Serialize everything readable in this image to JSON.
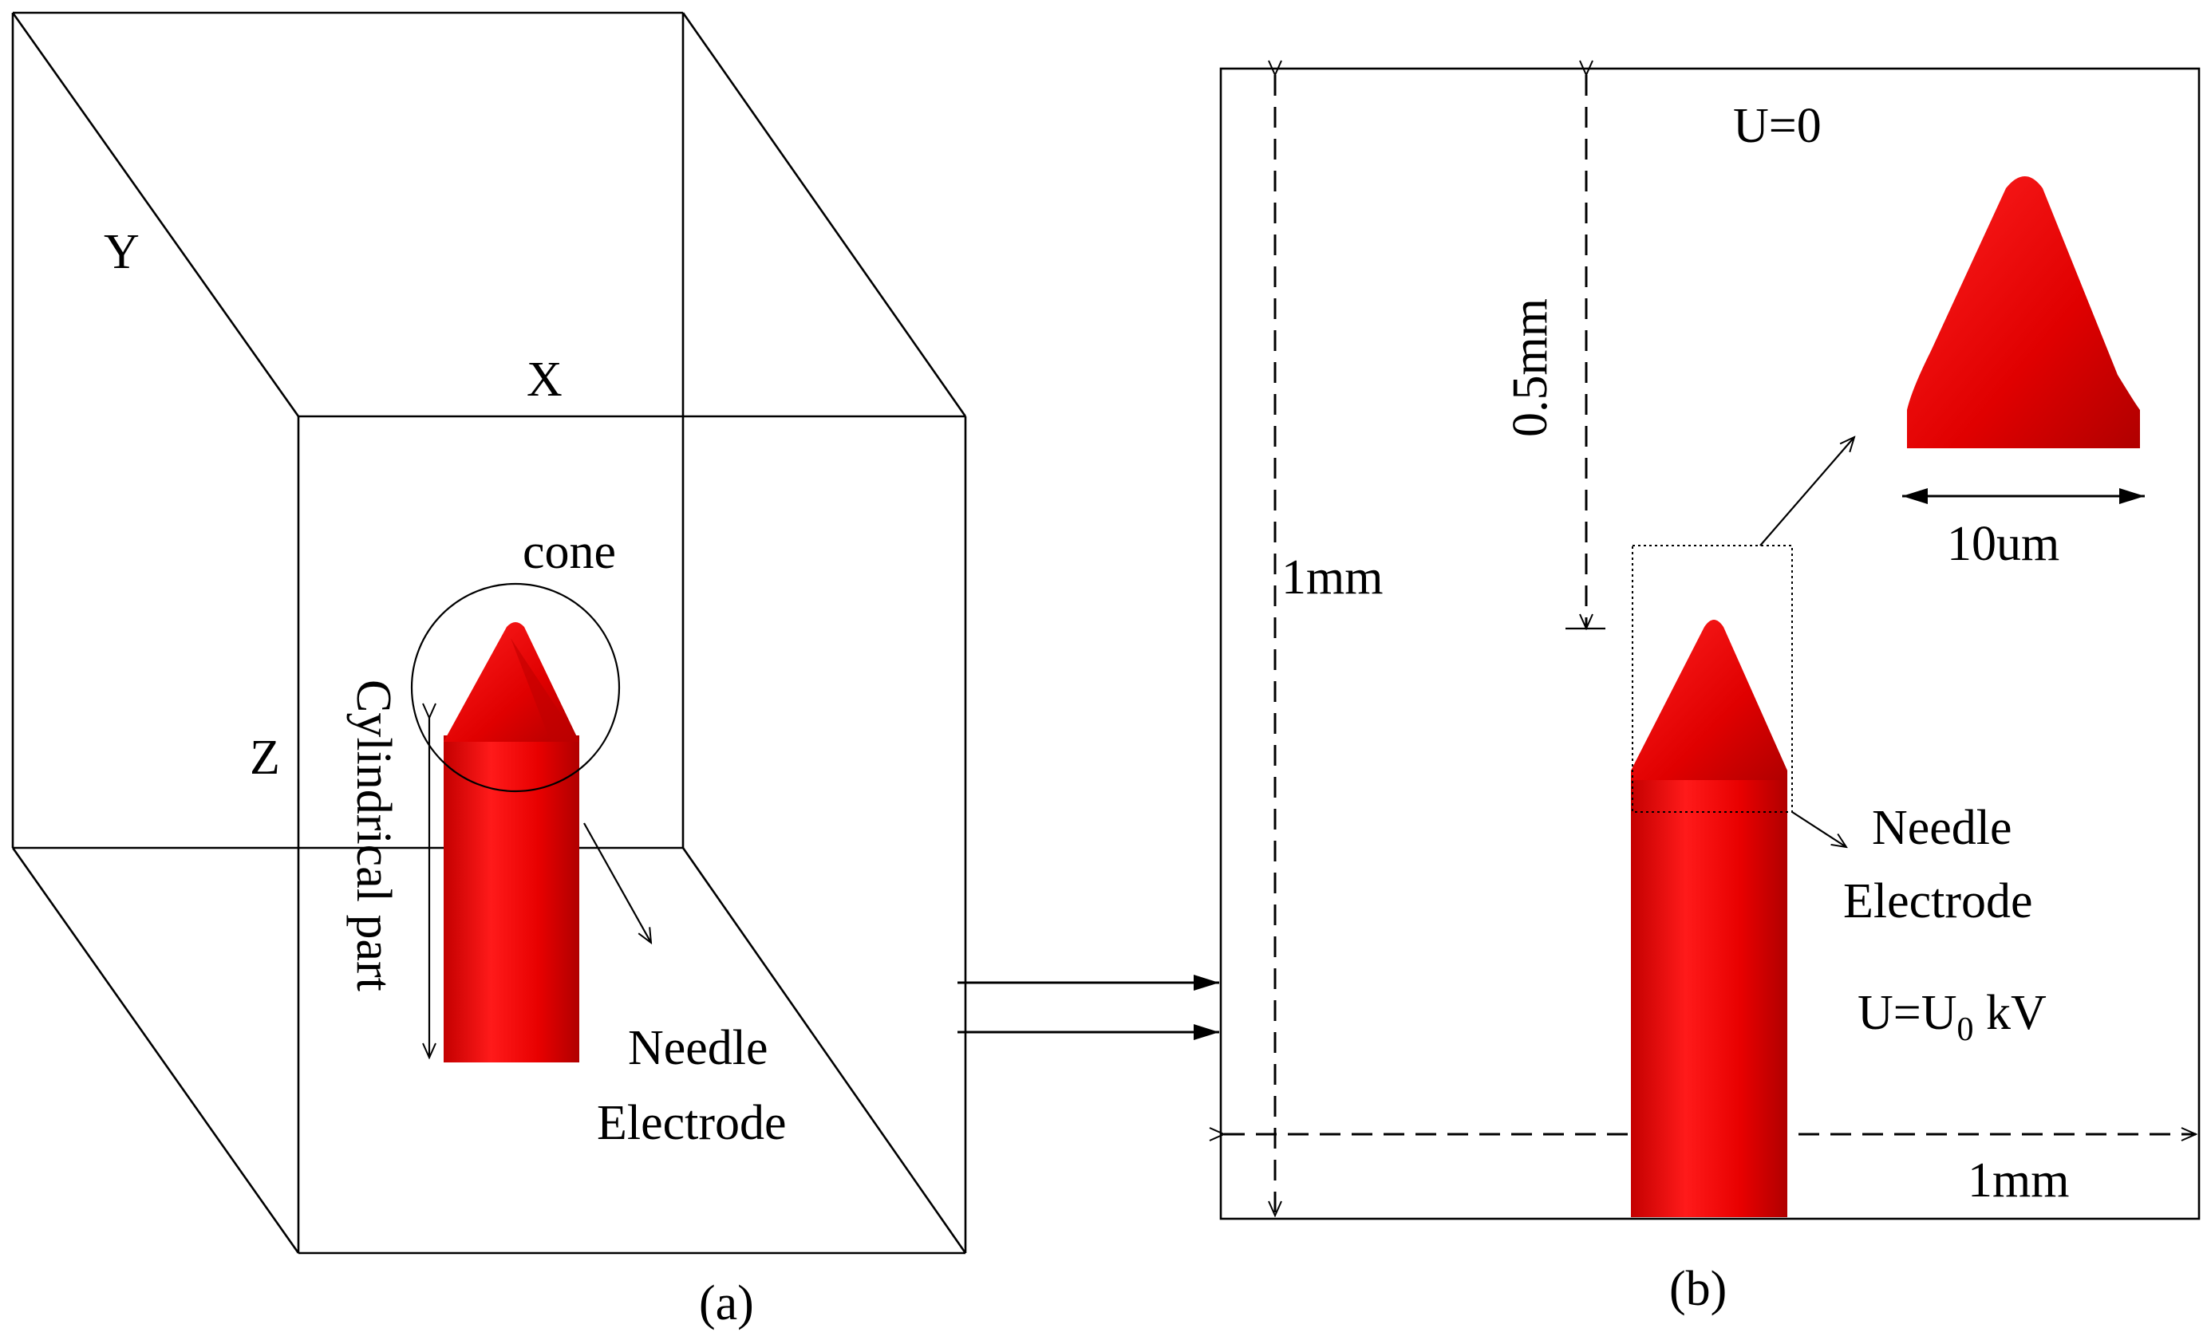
{
  "panel_a": {
    "caption": "(a)",
    "axis_y": "Y",
    "axis_x": "X",
    "axis_z": "Z",
    "cone_label": "cone",
    "cylinder_label": "Cylindrical part",
    "needle_line1": "Needle",
    "needle_line2": "Electrode"
  },
  "panel_b": {
    "caption": "(b)",
    "top_potential": "U=0",
    "tip_distance": "0.5mm",
    "height_label": "1mm",
    "width_label": "1mm",
    "tip_width": "10um",
    "needle_line1": "Needle",
    "needle_line2": "Electrode",
    "needle_potential_prefix": "U=U",
    "needle_potential_sub": "0",
    "needle_potential_unit": " kV"
  },
  "colors": {
    "electrode": "#ee0000",
    "electrode_shade": "#b30000",
    "line": "#000000"
  }
}
